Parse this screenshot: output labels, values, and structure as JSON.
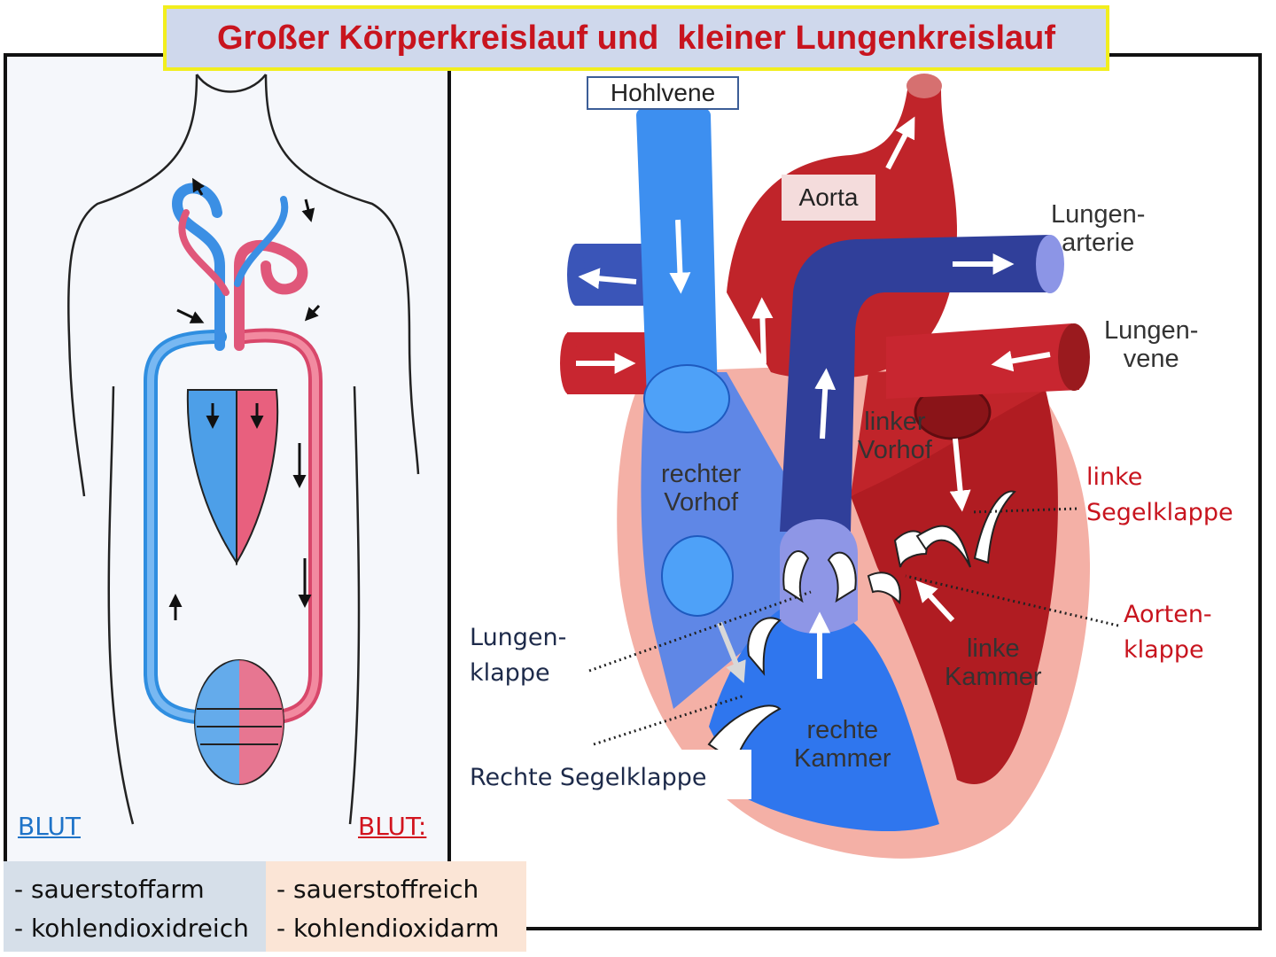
{
  "title": "Großer Körperkreislauf und  kleiner Lungenkreislauf",
  "colors": {
    "oxygen_poor": "#3d8ff0",
    "oxygen_rich": "#c8242c",
    "title_red": "#c8141e",
    "title_bg": "#cfd8ec",
    "title_border": "#f2ee1e"
  },
  "labels": {
    "hohlvene": "Hohlvene",
    "aorta": "Aorta",
    "lungenarterie_1": "Lungen-",
    "lungenarterie_2": "arterie",
    "lungenvene_1": "Lungen-",
    "lungenvene_2": "vene",
    "linker_vorhof_1": "linker",
    "linker_vorhof_2": "Vorhof",
    "rechter_vorhof_1": "rechter",
    "rechter_vorhof_2": "Vorhof",
    "linke_kammer_1": "linke",
    "linke_kammer_2": "Kammer",
    "rechte_kammer_1": "rechte",
    "rechte_kammer_2": "Kammer",
    "linke_segelklappe_1": "linke",
    "linke_segelklappe_2": "Segelklappe",
    "aortenklappe_1": "Aorten-",
    "aortenklappe_2": "klappe",
    "lungenklappe_1": "Lungen-",
    "lungenklappe_2": "klappe",
    "rechte_segelklappe": "Rechte Segelklappe"
  },
  "legend": {
    "left_header": "BLUT",
    "right_header": "BLUT:",
    "left_items": [
      "sauerstoffarm",
      "kohlendioxidreich"
    ],
    "right_items": [
      "- sauerstoffreich",
      "- kohlendioxidarm"
    ]
  }
}
